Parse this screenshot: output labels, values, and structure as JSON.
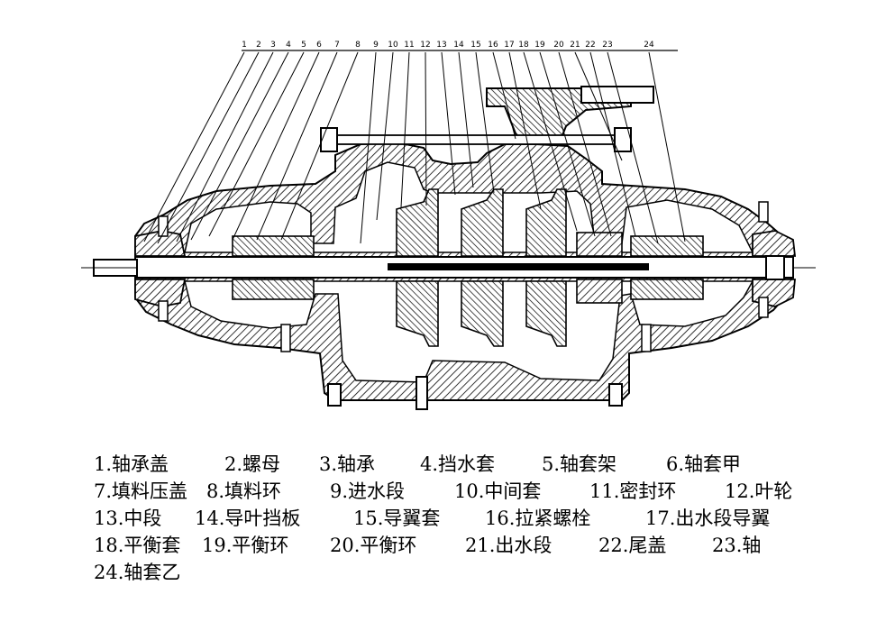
{
  "callout_numbers": [
    "1",
    "2",
    "3",
    "4",
    "5",
    "6",
    "7",
    "8",
    "9",
    "10",
    "11",
    "12",
    "13",
    "14",
    "15",
    "16",
    "17",
    "18",
    "19",
    "20",
    "21",
    "22",
    "23",
    "24"
  ],
  "legend": [
    {
      "num": "1",
      "text": "1.轴承盖"
    },
    {
      "num": "2",
      "text": "2.螺母"
    },
    {
      "num": "3",
      "text": "3.轴承"
    },
    {
      "num": "4",
      "text": "4.挡水套"
    },
    {
      "num": "5",
      "text": "5.轴套架"
    },
    {
      "num": "6",
      "text": "6.轴套甲"
    },
    {
      "num": "7",
      "text": "7.填料压盖"
    },
    {
      "num": "8",
      "text": "8.填料环"
    },
    {
      "num": "9",
      "text": "9.进水段"
    },
    {
      "num": "10",
      "text": "10.中间套"
    },
    {
      "num": "11",
      "text": "11.密封环"
    },
    {
      "num": "12",
      "text": "12.叶轮"
    },
    {
      "num": "13",
      "text": "13.中段"
    },
    {
      "num": "14",
      "text": "14.导叶挡板"
    },
    {
      "num": "15",
      "text": "15.导翼套"
    },
    {
      "num": "16",
      "text": "16.拉紧螺栓"
    },
    {
      "num": "17",
      "text": "17.出水段导翼"
    },
    {
      "num": "18",
      "text": "18.平衡套"
    },
    {
      "num": "19",
      "text": "19.平衡环"
    },
    {
      "num": "20",
      "text": "20.平衡环"
    },
    {
      "num": "21",
      "text": "21.出水段"
    },
    {
      "num": "22",
      "text": "22.尾盖"
    },
    {
      "num": "23",
      "text": "23.轴"
    },
    {
      "num": "24",
      "text": "24.轴套乙"
    }
  ]
}
